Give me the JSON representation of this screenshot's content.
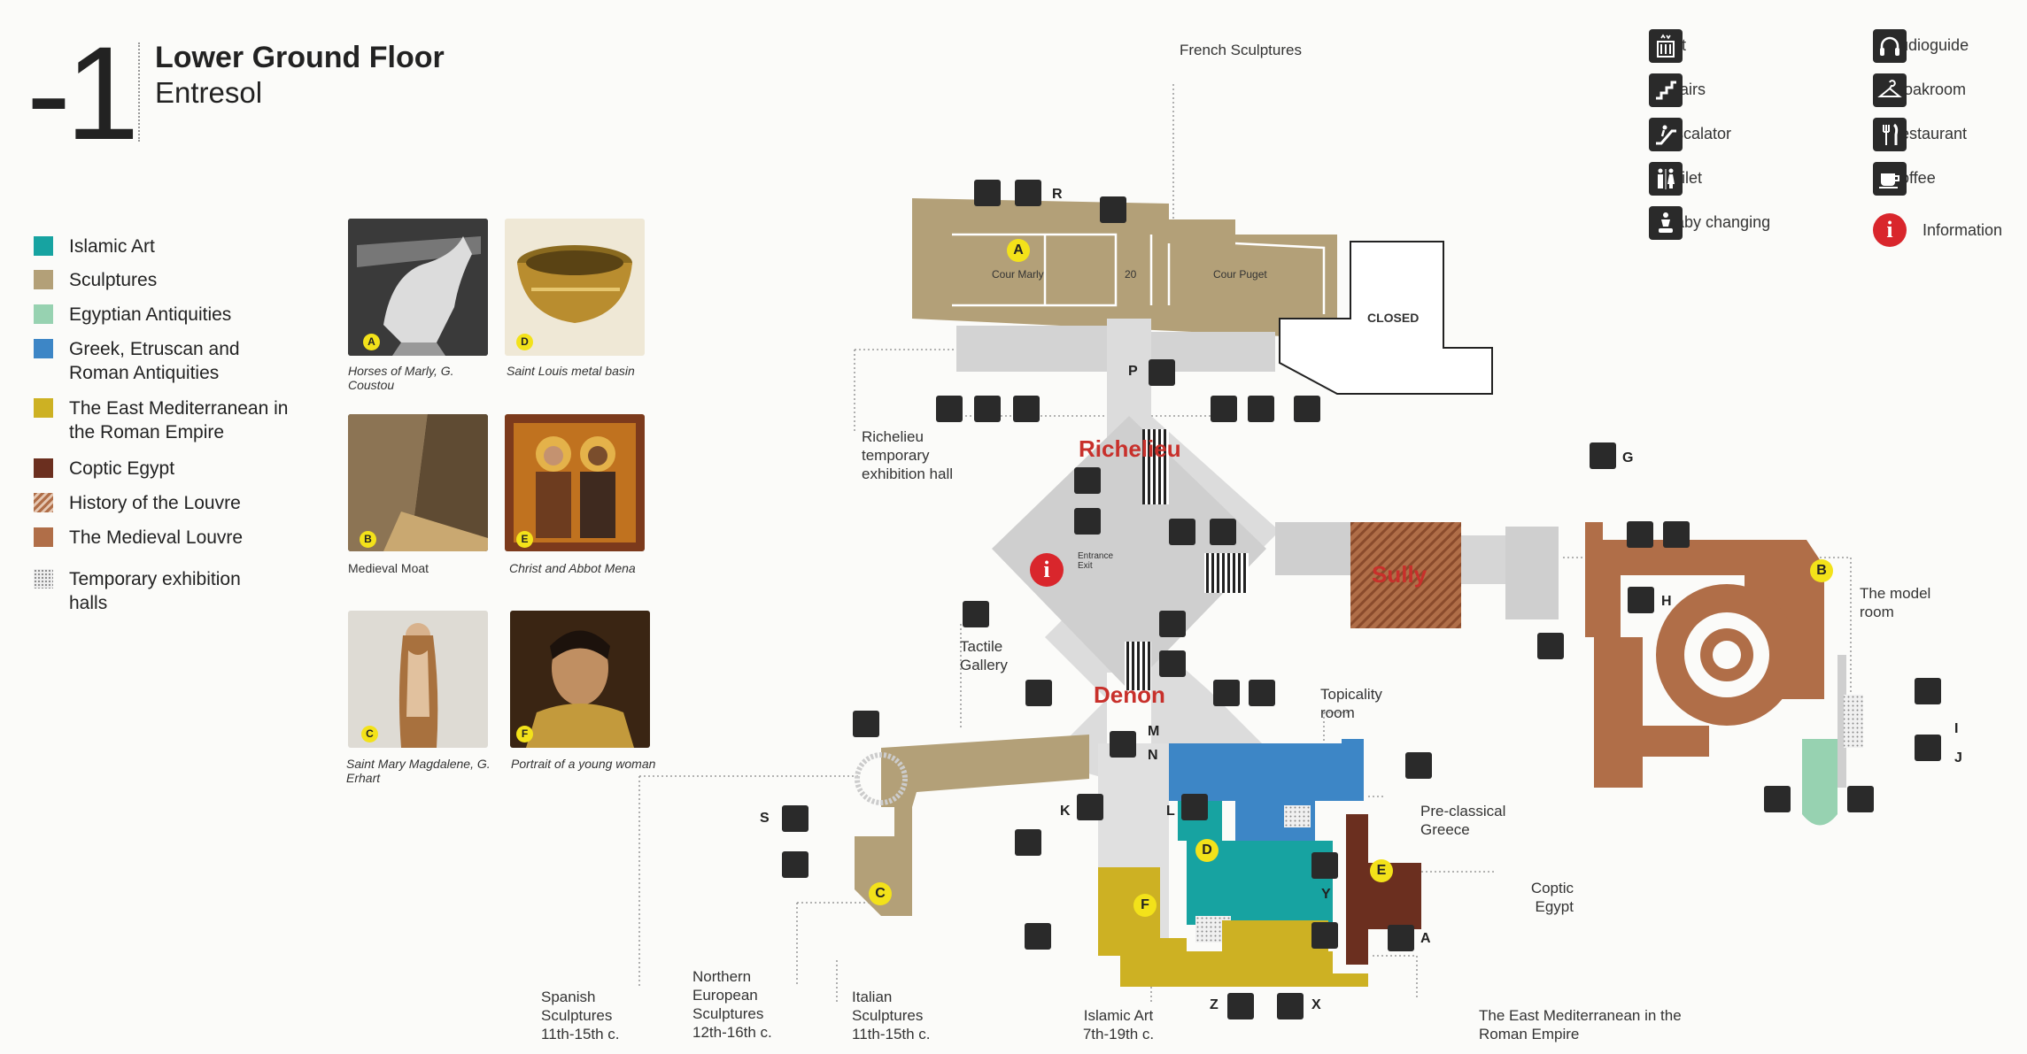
{
  "header": {
    "floor_number": "-1",
    "title": "Lower Ground Floor",
    "subtitle": "Entresol"
  },
  "colors": {
    "islamic": "#17a3a1",
    "sculpture": "#b3a078",
    "egyptian": "#97d2b1",
    "greek": "#3d86c6",
    "eastmed": "#cdb123",
    "coptic": "#6b2f1f",
    "medieval": "#b06e48",
    "corridor": "#cfcfcf",
    "accent_red": "#c8302b"
  },
  "legend": [
    {
      "label": "Islamic Art",
      "pattern": "solid",
      "color": "#17a3a1"
    },
    {
      "label": "Sculptures",
      "pattern": "solid",
      "color": "#b3a078"
    },
    {
      "label": "Egyptian Antiquities",
      "pattern": "solid",
      "color": "#97d2b1"
    },
    {
      "label": "Greek, Etruscan and Roman Antiquities",
      "pattern": "solid",
      "color": "#3d86c6"
    },
    {
      "label": "The East Mediterranean in the Roman Empire",
      "pattern": "solid",
      "color": "#cdb123"
    },
    {
      "label": "Coptic Egypt",
      "pattern": "solid",
      "color": "#6b2f1f"
    },
    {
      "label": "History of the Louvre",
      "pattern": "hatch",
      "color": "#b06e48"
    },
    {
      "label": "The Medieval Louvre",
      "pattern": "solid",
      "color": "#b06e48"
    },
    {
      "label": "Temporary exhibition halls",
      "pattern": "dots",
      "color": "#888888"
    }
  ],
  "highlights": [
    {
      "badge": "A",
      "caption": "Horses of Marly, G. Coustou"
    },
    {
      "badge": "D",
      "caption": "Saint Louis metal basin"
    },
    {
      "badge": "B",
      "caption": "Medieval Moat"
    },
    {
      "badge": "E",
      "caption": "Christ and Abbot Mena"
    },
    {
      "badge": "C",
      "caption": "Saint Mary Magdalene, G. Erhart"
    },
    {
      "badge": "F",
      "caption": "Portrait of a young woman"
    }
  ],
  "key": [
    {
      "label": "Lift",
      "icon": "lift-icon"
    },
    {
      "label": "Stairs",
      "icon": "stairs-icon"
    },
    {
      "label": "Escalator",
      "icon": "escalator-icon"
    },
    {
      "label": "Toilet",
      "icon": "toilet-icon"
    },
    {
      "label": "Baby changing",
      "icon": "baby-changing-icon"
    },
    {
      "label": "Audioguide",
      "icon": "audioguide-icon"
    },
    {
      "label": "Cloakroom",
      "icon": "cloakroom-icon"
    },
    {
      "label": "Restaurant",
      "icon": "restaurant-icon"
    },
    {
      "label": "Coffee",
      "icon": "coffee-icon"
    },
    {
      "label": "Information",
      "icon": "information-icon"
    }
  ],
  "map": {
    "areas": {
      "richelieu": "Richelieu",
      "sully": "Sully",
      "denon": "Denon"
    },
    "closed_label": "CLOSED",
    "cour_marly": "Cour Marly",
    "cour_puget": "Cour Puget",
    "room_20": "20",
    "entrance_exit": "Entrance Exit",
    "labels": {
      "french_sculptures": "French Sculptures",
      "richelieu_hall": "Richelieu temporary exhibition hall",
      "tactile_gallery": "Tactile Gallery",
      "topicality_room": "Topicality room",
      "preclassical_greece": "Pre-classical Greece",
      "coptic_egypt": "Coptic Egypt",
      "model_room": "The model room",
      "spanish": "Spanish Sculptures 11th-15th c.",
      "northern": "Northern European Sculptures 12th-16th c.",
      "italian": "Italian Sculptures 11th-15th c.",
      "islamic_art": "Islamic Art 7th-19th c.",
      "eastmed": "The East Mediterranean in the Roman Empire"
    },
    "letters": [
      "R",
      "P",
      "G",
      "H",
      "M",
      "N",
      "K",
      "L",
      "S",
      "I",
      "J",
      "Y",
      "A",
      "Z",
      "X"
    ],
    "badges": [
      "A",
      "B",
      "C",
      "D",
      "E",
      "F"
    ]
  }
}
